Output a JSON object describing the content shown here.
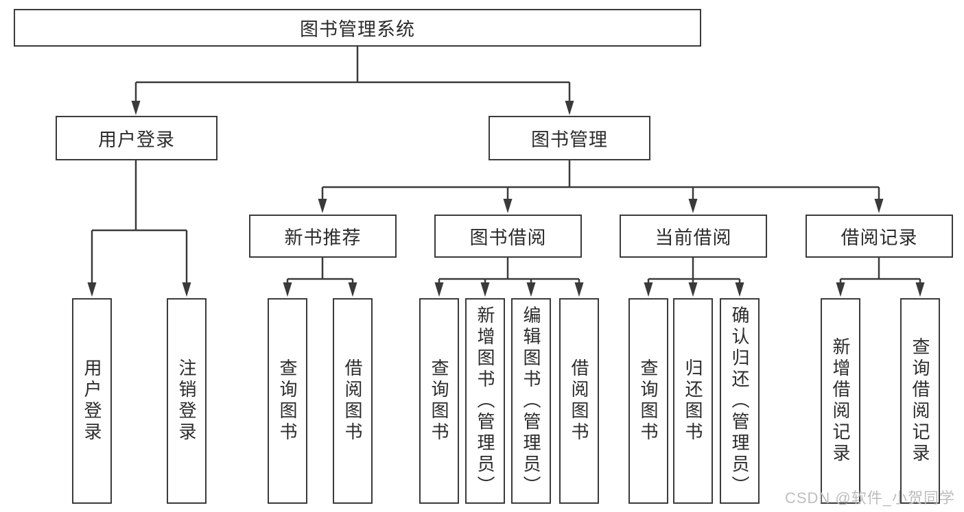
{
  "root": {
    "label": "图书管理系统"
  },
  "login": {
    "label": "用户登录",
    "leaves": [
      "用户登录",
      "注销登录"
    ]
  },
  "management": {
    "label": "图书管理"
  },
  "groups": [
    {
      "label": "新书推荐",
      "leaves": [
        "查询图书",
        "借阅图书"
      ]
    },
    {
      "label": "图书借阅",
      "leaves": [
        "查询图书",
        "新增图书（管理员）",
        "编辑图书（管理员）",
        "借阅图书"
      ]
    },
    {
      "label": "当前借阅",
      "leaves": [
        "查询图书",
        "归还图书",
        "确认归还（管理员）"
      ]
    },
    {
      "label": "借阅记录",
      "leaves": [
        "新增借阅记录",
        "查询借阅记录"
      ]
    }
  ],
  "watermark": "CSDN @软件_小贺同学",
  "colors": {
    "line": "#3a3a3a",
    "text": "#2b2b2b",
    "box_fill": "#ffffff",
    "watermark": "#bdbdbd",
    "background": "#ffffff"
  }
}
